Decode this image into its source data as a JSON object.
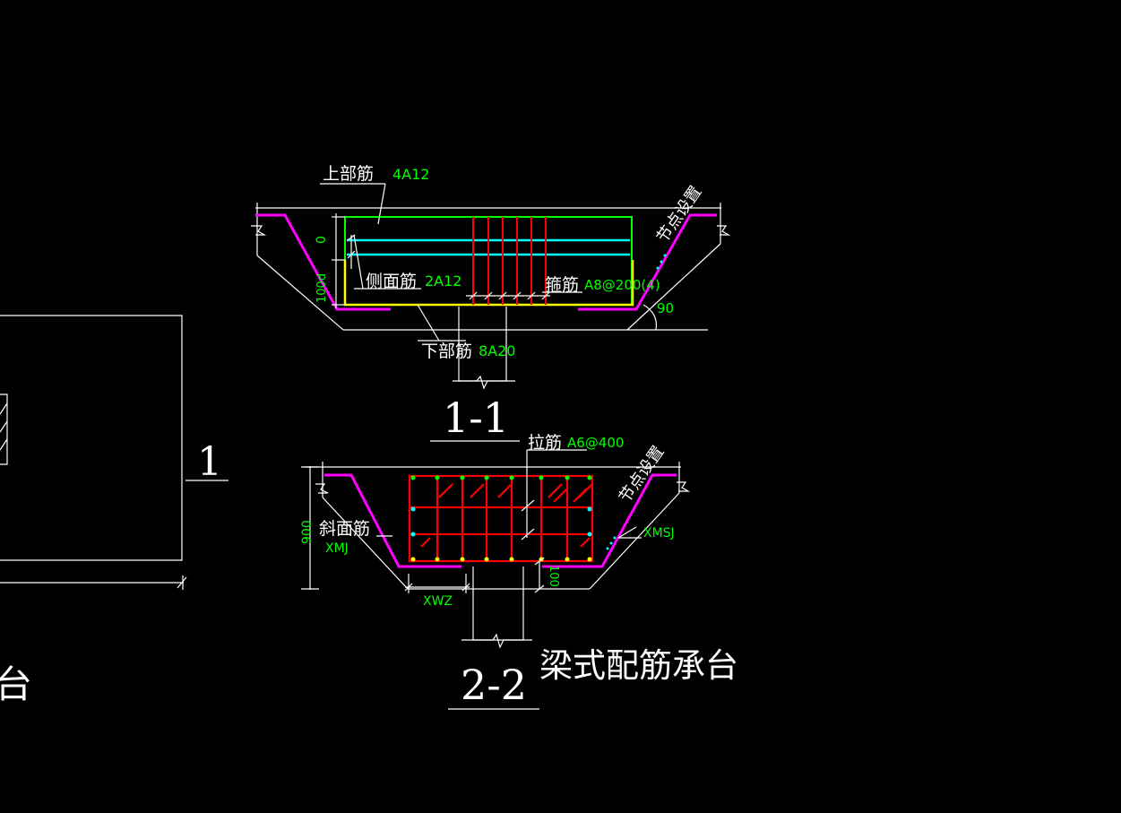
{
  "colors": {
    "background": "#000000",
    "line": "#ffffff",
    "text_green": "#00ff00",
    "top_rebar": "#00ff00",
    "side_rebar": "#00ffff",
    "stirrup": "#ff0000",
    "bottom_rebar": "#ffff00",
    "slope_rebar": "#ff00ff"
  },
  "section_1_1": {
    "title": "1-1",
    "top_bar_label": "上部筋",
    "top_bar_value": "4A12",
    "side_bar_label": "侧面筋",
    "side_bar_value": "2A12",
    "stirrup_label": "箍筋",
    "stirrup_value": "A8@200(4)",
    "bottom_bar_label": "下部筋",
    "bottom_bar_value": "8A20",
    "node_label": "节点设置",
    "angle": "90",
    "dim_zero": "0",
    "dim_left": "100d"
  },
  "section_2_2": {
    "title": "2-2",
    "tie_bar_label": "拉筋",
    "tie_bar_value": "A6@400",
    "slope_bar_label": "斜面筋",
    "slope_bar_value": "XMJ",
    "node_label": "节点设置",
    "xmsj": "XMSJ",
    "xwz": "XWZ",
    "dim_height": "900",
    "dim_100": "100"
  },
  "plan": {
    "section_mark": "1",
    "partial_title": "台"
  },
  "caption": "梁式配筋承台"
}
